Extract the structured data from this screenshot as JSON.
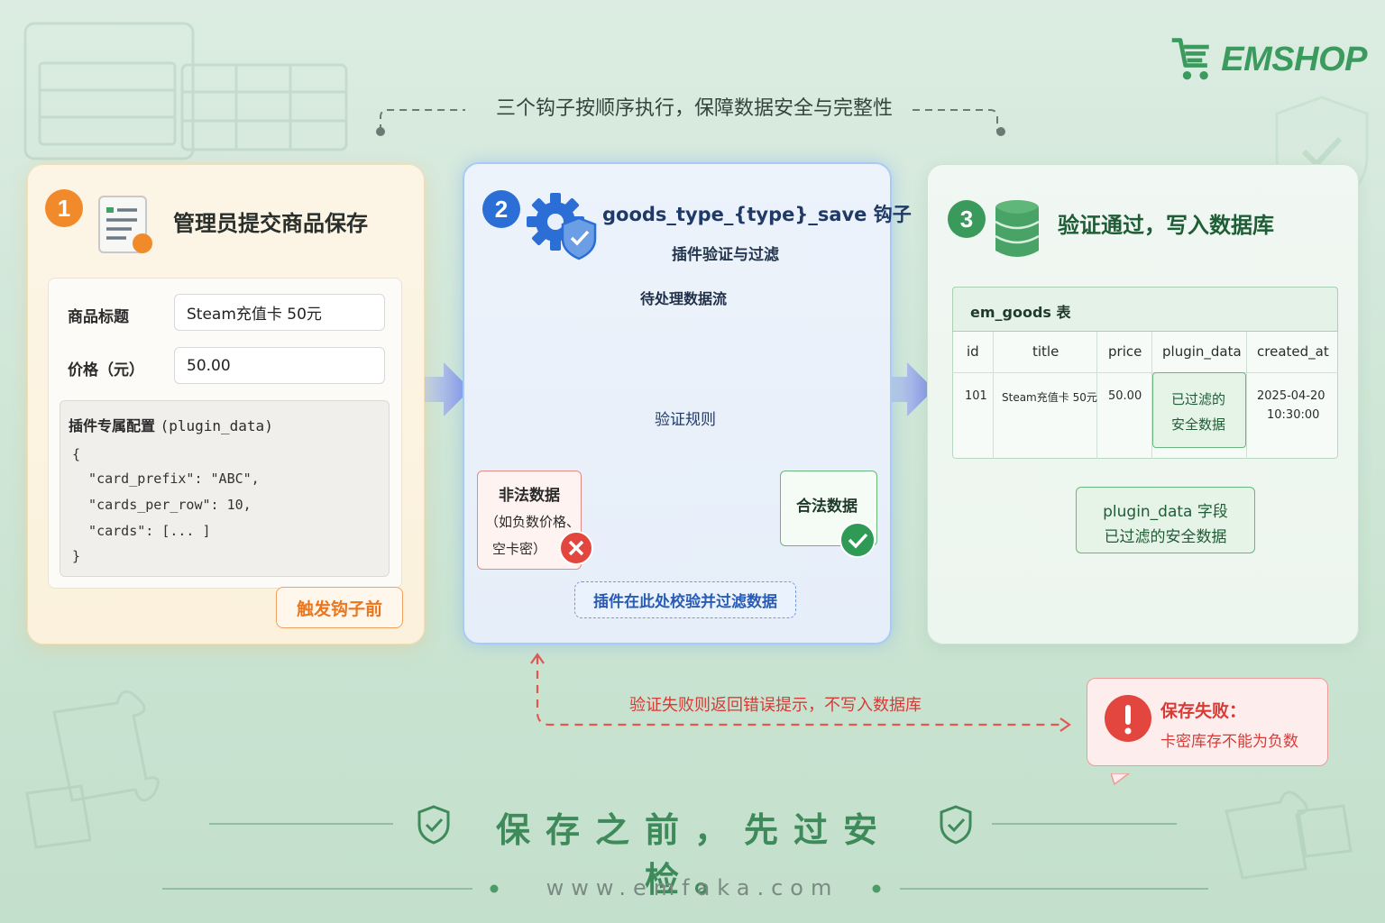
{
  "brand": {
    "name": "EMSHOP"
  },
  "top_note": "三个钩子按顺序执行，保障数据安全与完整性",
  "step1": {
    "badge": "1",
    "title": "管理员提交商品保存",
    "fields": [
      {
        "label": "商品标题",
        "value": "Steam充值卡 50元"
      },
      {
        "label": "价格（元）",
        "value": "50.00"
      }
    ],
    "config_title": "插件专属配置",
    "config_key": "(plugin_data)",
    "code_lines": [
      "{",
      "  \"card_prefix\": \"ABC\",",
      "  \"cards_per_row\": 10,",
      "  \"cards\": [... ]",
      "}"
    ],
    "trigger_label": "触发钩子前"
  },
  "step2": {
    "badge": "2",
    "title": "goods_type_{type}_save 钩子",
    "subtitle": "插件验证与过滤",
    "flow_label": "待处理数据流",
    "funnel_label": "验证规则",
    "illegal": {
      "title": "非法数据",
      "line1": "（如负数价格、",
      "line2": "空卡密）"
    },
    "legal": {
      "title": "合法数据"
    },
    "plugin_note": "插件在此处校验并过滤数据"
  },
  "step3": {
    "badge": "3",
    "title": "验证通过，写入数据库",
    "table": {
      "name": "em_goods 表",
      "columns": [
        "id",
        "title",
        "price",
        "plugin_data",
        "created_at"
      ],
      "row": {
        "id": "101",
        "title": "Steam充值卡 50元",
        "price": "50.00",
        "plugin_data_line1": "已过滤的",
        "plugin_data_line2": "安全数据",
        "created_date": "2025-04-20",
        "created_time": "10:30:00"
      }
    },
    "field_note_line1": "plugin_data 字段",
    "field_note_line2": "已过滤的安全数据"
  },
  "error": {
    "note": "验证失败则返回错误提示，不写入数据库",
    "title": "保存失败：",
    "message": "卡密库存不能为负数"
  },
  "slogan": "保存之前，先过安检。",
  "website": "www.emfaka.com",
  "colors": {
    "orange": "#f08a2a",
    "blue": "#2b6fd6",
    "green": "#3a9a5c",
    "red": "#d83b36"
  }
}
